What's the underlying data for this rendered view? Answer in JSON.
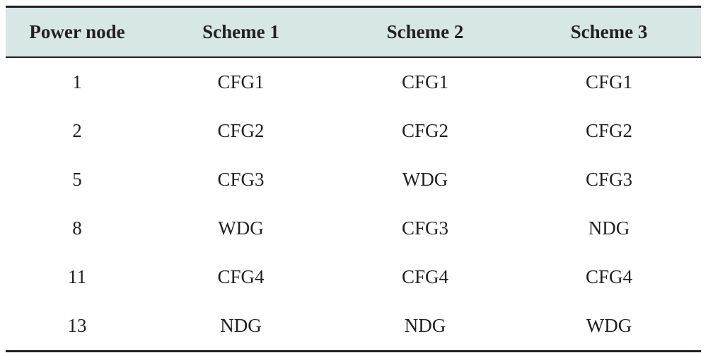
{
  "table": {
    "columns": [
      "Power node",
      "Scheme 1",
      "Scheme 2",
      "Scheme 3"
    ],
    "rows": [
      [
        "1",
        "CFG1",
        "CFG1",
        "CFG1"
      ],
      [
        "2",
        "CFG2",
        "CFG2",
        "CFG2"
      ],
      [
        "5",
        "CFG3",
        "WDG",
        "CFG3"
      ],
      [
        "8",
        "WDG",
        "CFG3",
        "NDG"
      ],
      [
        "11",
        "CFG4",
        "CFG4",
        "CFG4"
      ],
      [
        "13",
        "NDG",
        "NDG",
        "WDG"
      ]
    ]
  },
  "colors": {
    "header_background": "#d6e7e6",
    "text": "#231f20",
    "rule": "#231f20"
  }
}
